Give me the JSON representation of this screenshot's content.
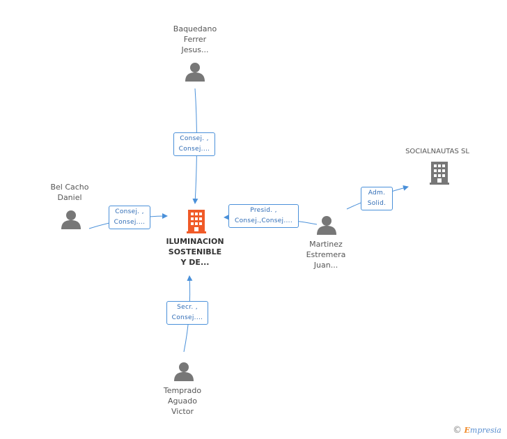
{
  "center_company": {
    "name": "ILUMINACION\nSOSTENIBLE\nY DE...",
    "color": "#f05a28",
    "icon": "building-icon"
  },
  "other_company": {
    "name": "SOCIALNAUTAS SL",
    "color": "#777777",
    "icon": "building-icon"
  },
  "people": {
    "top": {
      "name": "Baquedano\nFerrer\nJesus...",
      "icon": "person-icon"
    },
    "left": {
      "name": "Bel Cacho\nDaniel",
      "icon": "person-icon"
    },
    "right": {
      "name": "Martinez\nEstremera\nJuan...",
      "icon": "person-icon"
    },
    "bottom": {
      "name": "Temprado\nAguado\nVictor",
      "icon": "person-icon"
    }
  },
  "relations": {
    "top": [
      "Consej. ,",
      "Consej...."
    ],
    "left": [
      "Consej. ,",
      "Consej...."
    ],
    "right": [
      "Presid. ,",
      "Consej.,Consej...."
    ],
    "bottom": [
      "Secr. ,",
      "Consej...."
    ],
    "adm": [
      "Adm.",
      "Solid."
    ]
  },
  "colors": {
    "line": "#4a90d9",
    "person": "#777777"
  },
  "footer": {
    "copyright": "©",
    "brand_e": "E",
    "brand_rest": "mpresia"
  }
}
